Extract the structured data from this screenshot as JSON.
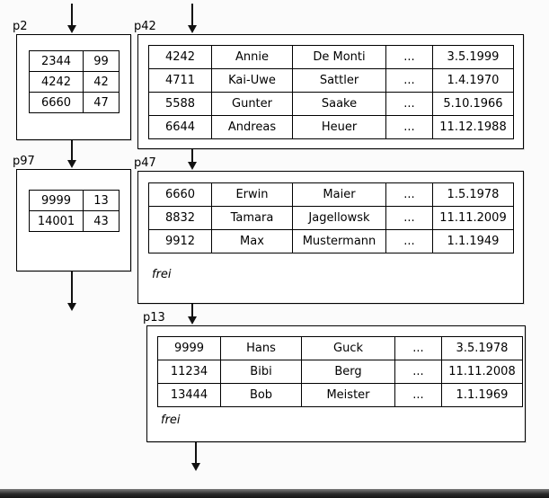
{
  "canvas": {
    "background": "#fbfbfb",
    "ink": "#000000"
  },
  "pages": {
    "p2": {
      "label": "p2",
      "rows": [
        [
          "2344",
          "99"
        ],
        [
          "4242",
          "42"
        ],
        [
          "6660",
          "47"
        ]
      ]
    },
    "p42": {
      "label": "p42",
      "rows": [
        [
          "4242",
          "Annie",
          "De Monti",
          "...",
          "3.5.1999"
        ],
        [
          "4711",
          "Kai-Uwe",
          "Sattler",
          "...",
          "1.4.1970"
        ],
        [
          "5588",
          "Gunter",
          "Saake",
          "...",
          "5.10.1966"
        ],
        [
          "6644",
          "Andreas",
          "Heuer",
          "...",
          "11.12.1988"
        ]
      ]
    },
    "p97": {
      "label": "p97",
      "rows": [
        [
          "9999",
          "13"
        ],
        [
          "14001",
          "43"
        ]
      ]
    },
    "p47": {
      "label": "p47",
      "free_label": "frei",
      "rows": [
        [
          "6660",
          "Erwin",
          "Maier",
          "...",
          "1.5.1978"
        ],
        [
          "8832",
          "Tamara",
          "Jagellowsk",
          "...",
          "11.11.2009"
        ],
        [
          "9912",
          "Max",
          "Mustermann",
          "...",
          "1.1.1949"
        ]
      ]
    },
    "p13": {
      "label": "p13",
      "free_label": "frei",
      "rows": [
        [
          "9999",
          "Hans",
          "Guck",
          "...",
          "3.5.1978"
        ],
        [
          "11234",
          "Bibi",
          "Berg",
          "...",
          "11.11.2008"
        ],
        [
          "13444",
          "Bob",
          "Meister",
          "...",
          "1.1.1969"
        ]
      ]
    }
  }
}
